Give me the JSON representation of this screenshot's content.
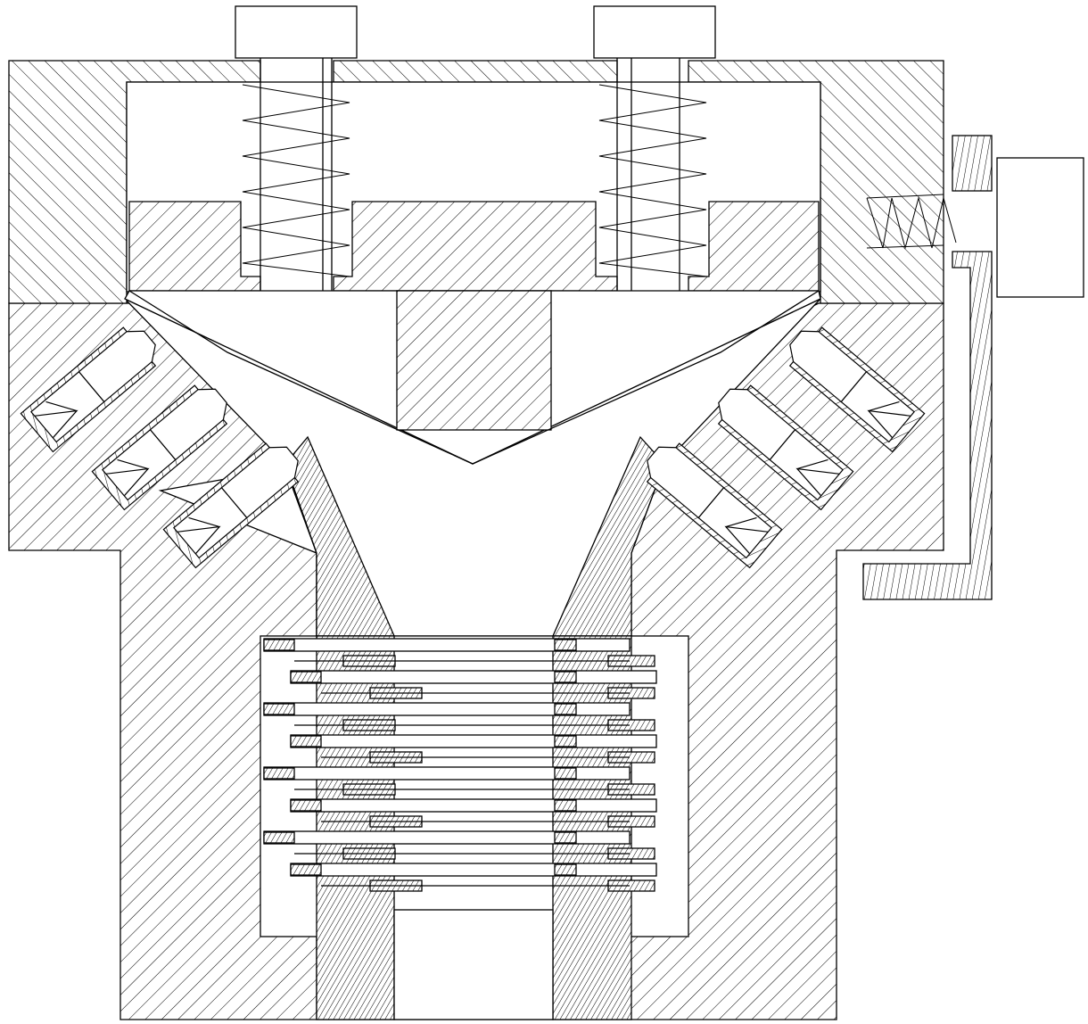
{
  "drawing": {
    "kind": "mechanical cross-section",
    "colors": {
      "line": "#000000",
      "background": "#ffffff"
    },
    "parts": {
      "compression_springs": 2,
      "top_adjust_screws": 2,
      "side_adjust_screw": 1,
      "angled_spring_plungers_left": 3,
      "angled_spring_plungers_right": 3,
      "stacked_plates": 8
    }
  }
}
